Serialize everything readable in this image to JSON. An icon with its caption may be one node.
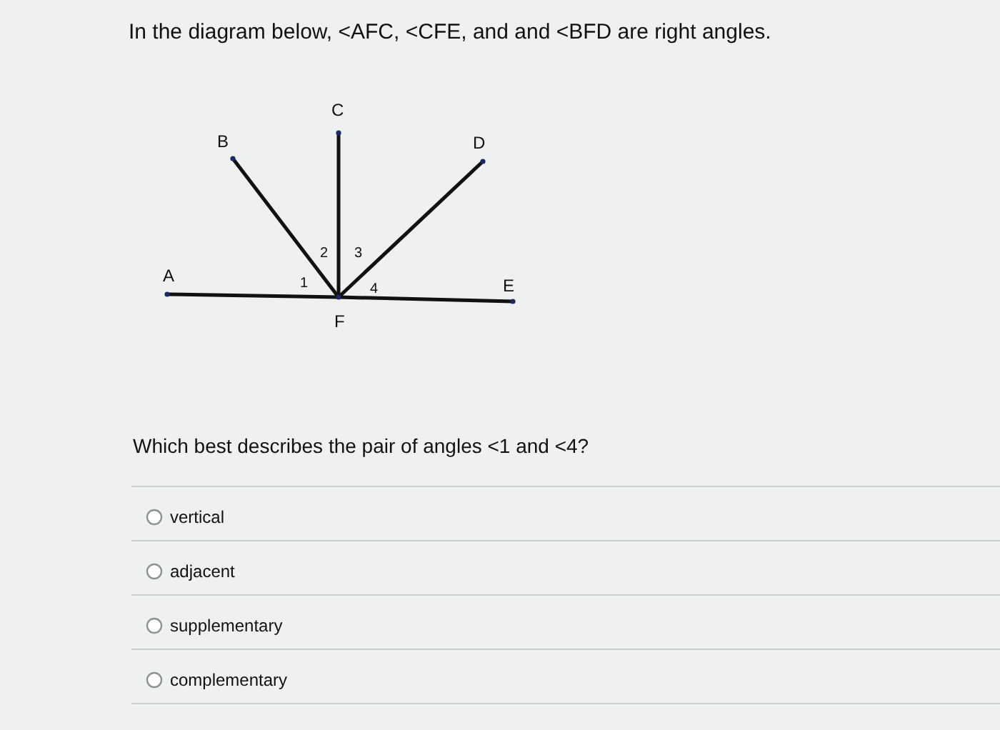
{
  "diagram": {
    "title": "In the diagram below, <AFC, <CFE, and and <BFD are right angles.",
    "nodes": [
      {
        "text": [
          "A"
        ]
      },
      {
        "text": [
          "B"
        ]
      },
      {
        "text": [
          "C"
        ]
      },
      {
        "text": [
          "D"
        ]
      },
      {
        "text": [
          "E"
        ]
      },
      {
        "text": [
          "F"
        ]
      }
    ],
    "edges": [
      {
        "from": 5,
        "to": 0,
        "arrow": "none"
      },
      {
        "from": 5,
        "to": 1,
        "arrow": "none"
      },
      {
        "from": 5,
        "to": 2,
        "arrow": "none"
      },
      {
        "from": 5,
        "to": 3,
        "arrow": "none"
      },
      {
        "from": 5,
        "to": 4,
        "arrow": "none"
      }
    ],
    "labels": [
      "1",
      "2",
      "3",
      "4",
      "Which best describes the pair of angles <1 and <4?",
      "vertical",
      "adjacent",
      "supplementary",
      "complementary"
    ]
  }
}
